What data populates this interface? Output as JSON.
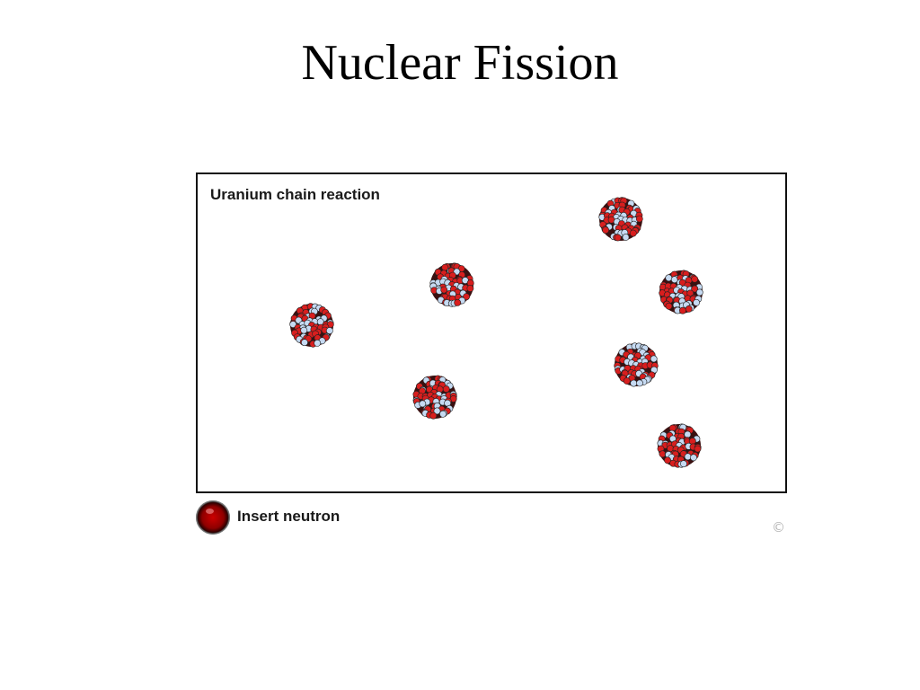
{
  "slide": {
    "title": "Nuclear Fission"
  },
  "simulation": {
    "heading": "Uranium chain reaction",
    "nucleus_count": 7,
    "nucleus_colors": {
      "proton": "#d81e1e",
      "neutron": "#c6daf2",
      "outline": "#222222"
    }
  },
  "controls": {
    "insert_button_icon": "red-ball-icon",
    "insert_label": "Insert neutron"
  },
  "footer": {
    "copyright": "©"
  }
}
